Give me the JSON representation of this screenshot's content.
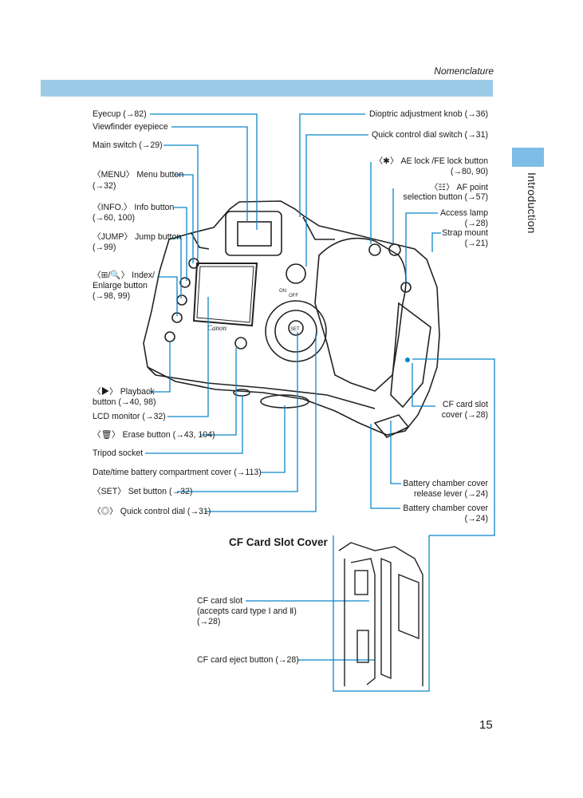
{
  "header": {
    "section": "Nomenclature"
  },
  "side_tab": {
    "label": "Introduction"
  },
  "page_number": "15",
  "colors": {
    "accent": "#0a86c9",
    "bar": "#9ccbe8",
    "tab": "#7dbde6"
  },
  "camera_labels": {
    "eyecup": "Eyecup  (→82)",
    "viewfinder_eyepiece": "Viewfinder eyepiece",
    "main_switch": "Main switch (→29)",
    "menu_1": "〈MENU〉 Menu button",
    "menu_2": "(→32)",
    "info_1": "〈INFO.〉 Info button",
    "info_2": "(→60, 100)",
    "jump_1": "〈JUMP〉 Jump button",
    "jump_2": "(→99)",
    "index_1": "〈⊞/🔍〉 Index/",
    "index_2": "Enlarge button",
    "index_3": "(→98, 99)",
    "playback_1": "〈▶〉 Playback",
    "playback_2": "button (→40, 98)",
    "lcd_monitor": "LCD monitor (→32)",
    "erase": "〈🗑〉 Erase button (→43, 104)",
    "tripod": "Tripod socket",
    "date_battery": "Date/time battery compartment cover (→113)",
    "set_button": "〈SET〉 Set button (→32)",
    "qc_dial": "〈◎〉 Quick control dial (→31)",
    "dioptric": "Dioptric adjustment knob (→36)",
    "qc_switch": "Quick control dial switch (→31)",
    "ae_lock_1": "〈✱〉 AE lock /FE lock button",
    "ae_lock_2": "(→80, 90)",
    "af_point_1": "〈☷〉 AF point",
    "af_point_2": "selection button (→57)",
    "access_1": "Access lamp",
    "access_2": "(→28)",
    "strap_1": "Strap mount",
    "strap_2": "(→21)",
    "cf_cover_1": "CF card slot",
    "cf_cover_2": "cover (→28)",
    "batt_lever_1": "Battery chamber cover",
    "batt_lever_2": "release lever (→24)",
    "batt_cover_1": "Battery chamber cover",
    "batt_cover_2": "(→24)"
  },
  "cf_section": {
    "title": "CF Card Slot Cover",
    "slot_1": "CF card slot",
    "slot_2": "(accepts card type Ⅰ and Ⅱ)",
    "slot_3": "(→28)",
    "eject": "CF card eject button (→28)"
  },
  "camera_logo": "Canon",
  "switch_on": "ON",
  "switch_off": "OFF",
  "set_center": "SET"
}
